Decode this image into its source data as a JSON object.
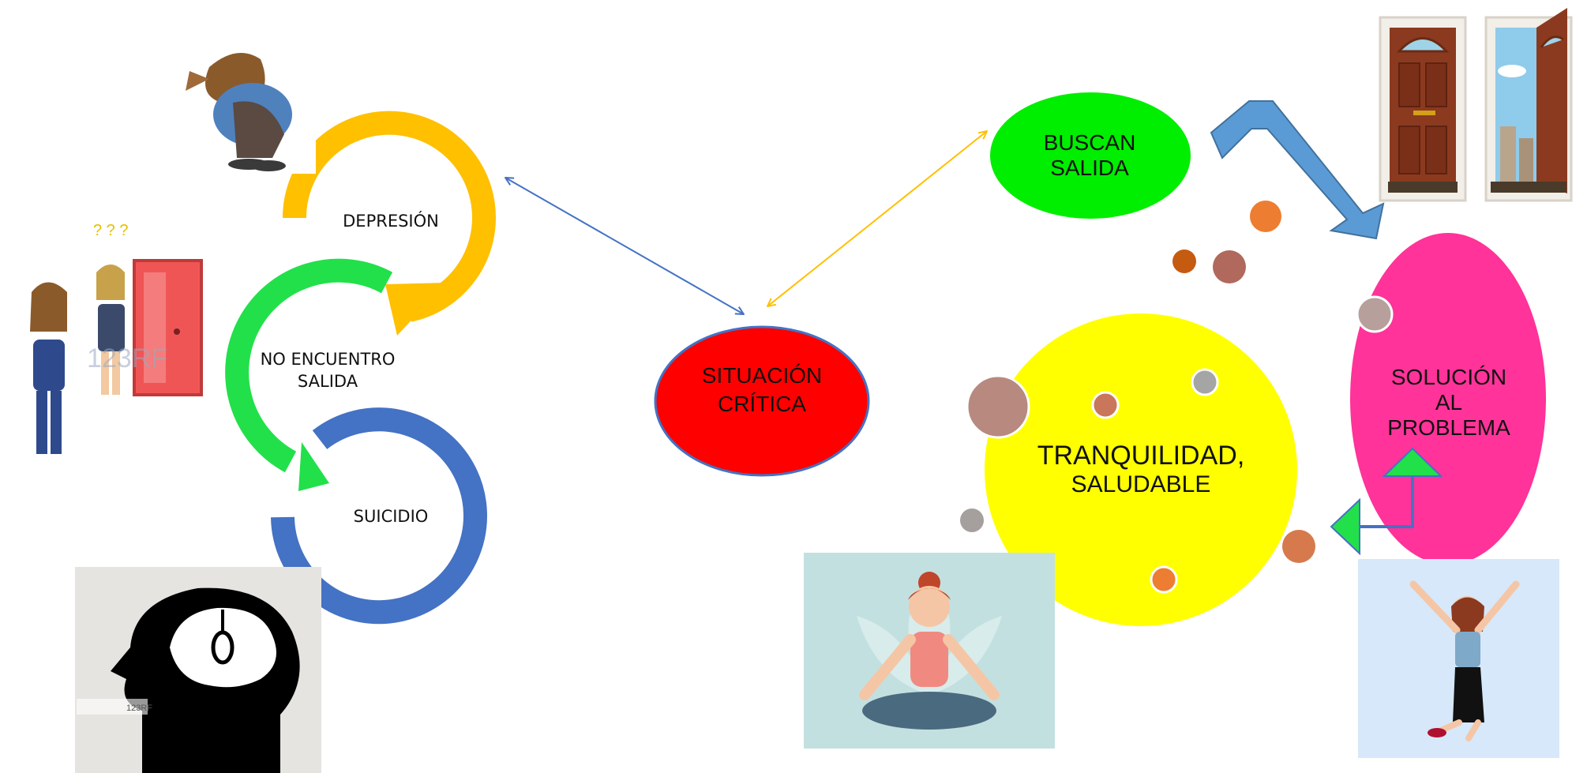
{
  "cycle": {
    "step1": "DEPRESIÓN",
    "step2_line1": "NO ENCUENTRO",
    "step2_line2": "SALIDA",
    "step3": "SUICIDIO"
  },
  "nodes": {
    "situacion_line1": "SITUACIÓN",
    "situacion_line2": "CRÍTICA",
    "buscan_line1": "BUSCAN",
    "buscan_line2": "SALIDA",
    "solucion_line1": "SOLUCIÓN",
    "solucion_line2": "AL",
    "solucion_line3": "PROBLEMA",
    "tranquilidad_line1": "TRANQUILIDAD,",
    "tranquilidad_line2": "SALUDABLE"
  },
  "watermarks": {
    "rf": "123RF",
    "suicide_photo": "123RF"
  },
  "colors": {
    "depresion": "#FFC000",
    "no_encuentro": "#22E04A",
    "suicidio": "#4472C4",
    "situacion": "#FF0000",
    "buscan": "#00EE00",
    "solucion": "#FF3399",
    "tranquilidad": "#FFFF00",
    "arrow_blue": "#5B9BD5",
    "arrow_orange": "#FFC000"
  }
}
